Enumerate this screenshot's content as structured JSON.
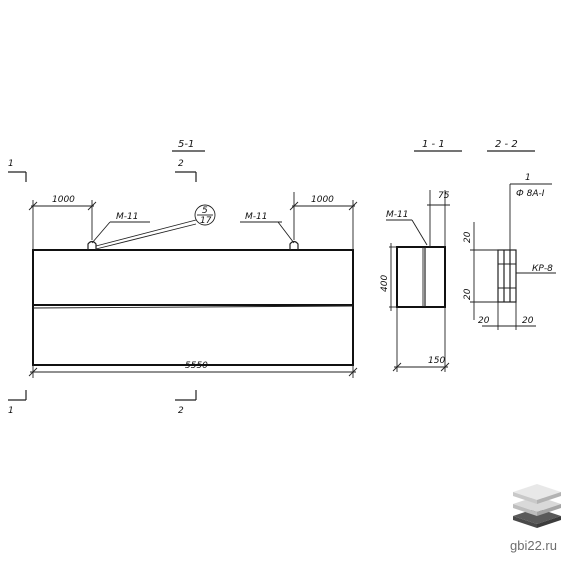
{
  "section_titles": {
    "view_label": "5-1",
    "section_1": "1 - 1",
    "section_2": "2 - 2"
  },
  "cut_marks": {
    "left_top": "1",
    "left_bottom": "1",
    "mid_top": "2",
    "mid_bottom": "2"
  },
  "dimensions": {
    "left_offset": "1000",
    "right_offset": "1000",
    "total_length": "5550",
    "height": "400",
    "top_step": "75",
    "width": "150",
    "sec2_top": "20",
    "sec2_bottom": "20",
    "sec2_left": "20",
    "sec2_right": "20"
  },
  "callouts": {
    "loop_left": "М-11",
    "loop_right": "М-11",
    "detail_num": "5",
    "detail_sheet": "17",
    "sec1_loop": "М-11",
    "sec2_mark": "1",
    "sec2_bar": "Ф 8А-I",
    "sec2_mesh": "КР-8"
  },
  "watermark": {
    "site": "gbi22.ru",
    "logo_icon": "stacked-slabs-icon"
  }
}
